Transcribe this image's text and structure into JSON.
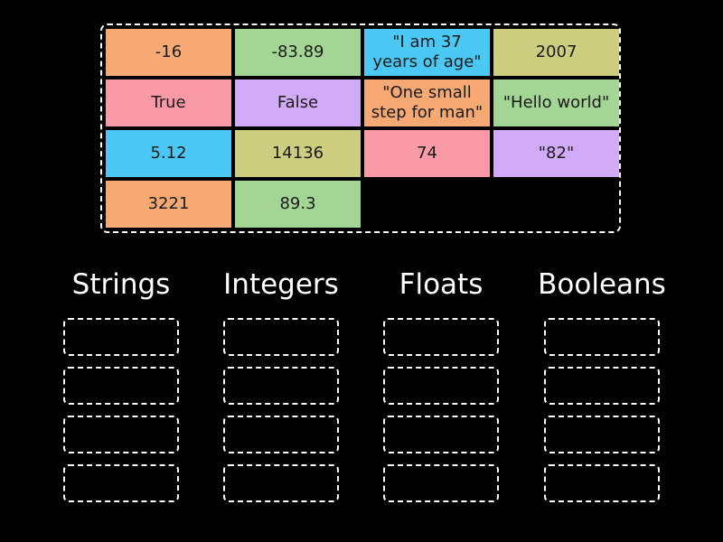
{
  "tiles": [
    {
      "text": "-16",
      "color": "#f7a974"
    },
    {
      "text": "-83.89",
      "color": "#a3d595"
    },
    {
      "text": "\"I am 37 years of age\"",
      "color": "#4bc8f4"
    },
    {
      "text": "2007",
      "color": "#cdcd80"
    },
    {
      "text": "True",
      "color": "#fb9aa7"
    },
    {
      "text": "False",
      "color": "#d1abf7"
    },
    {
      "text": "\"One small step for man\"",
      "color": "#f7a974"
    },
    {
      "text": "\"Hello world\"",
      "color": "#a3d595"
    },
    {
      "text": "5.12",
      "color": "#4bc8f4"
    },
    {
      "text": "14136",
      "color": "#cdcd80"
    },
    {
      "text": "74",
      "color": "#fb9aa7"
    },
    {
      "text": "\"82\"",
      "color": "#d1abf7"
    },
    {
      "text": "3221",
      "color": "#f7a974"
    },
    {
      "text": "89.3",
      "color": "#a3d595"
    }
  ],
  "categories": [
    {
      "title": "Strings"
    },
    {
      "title": "Integers"
    },
    {
      "title": "Floats"
    },
    {
      "title": "Booleans"
    }
  ]
}
